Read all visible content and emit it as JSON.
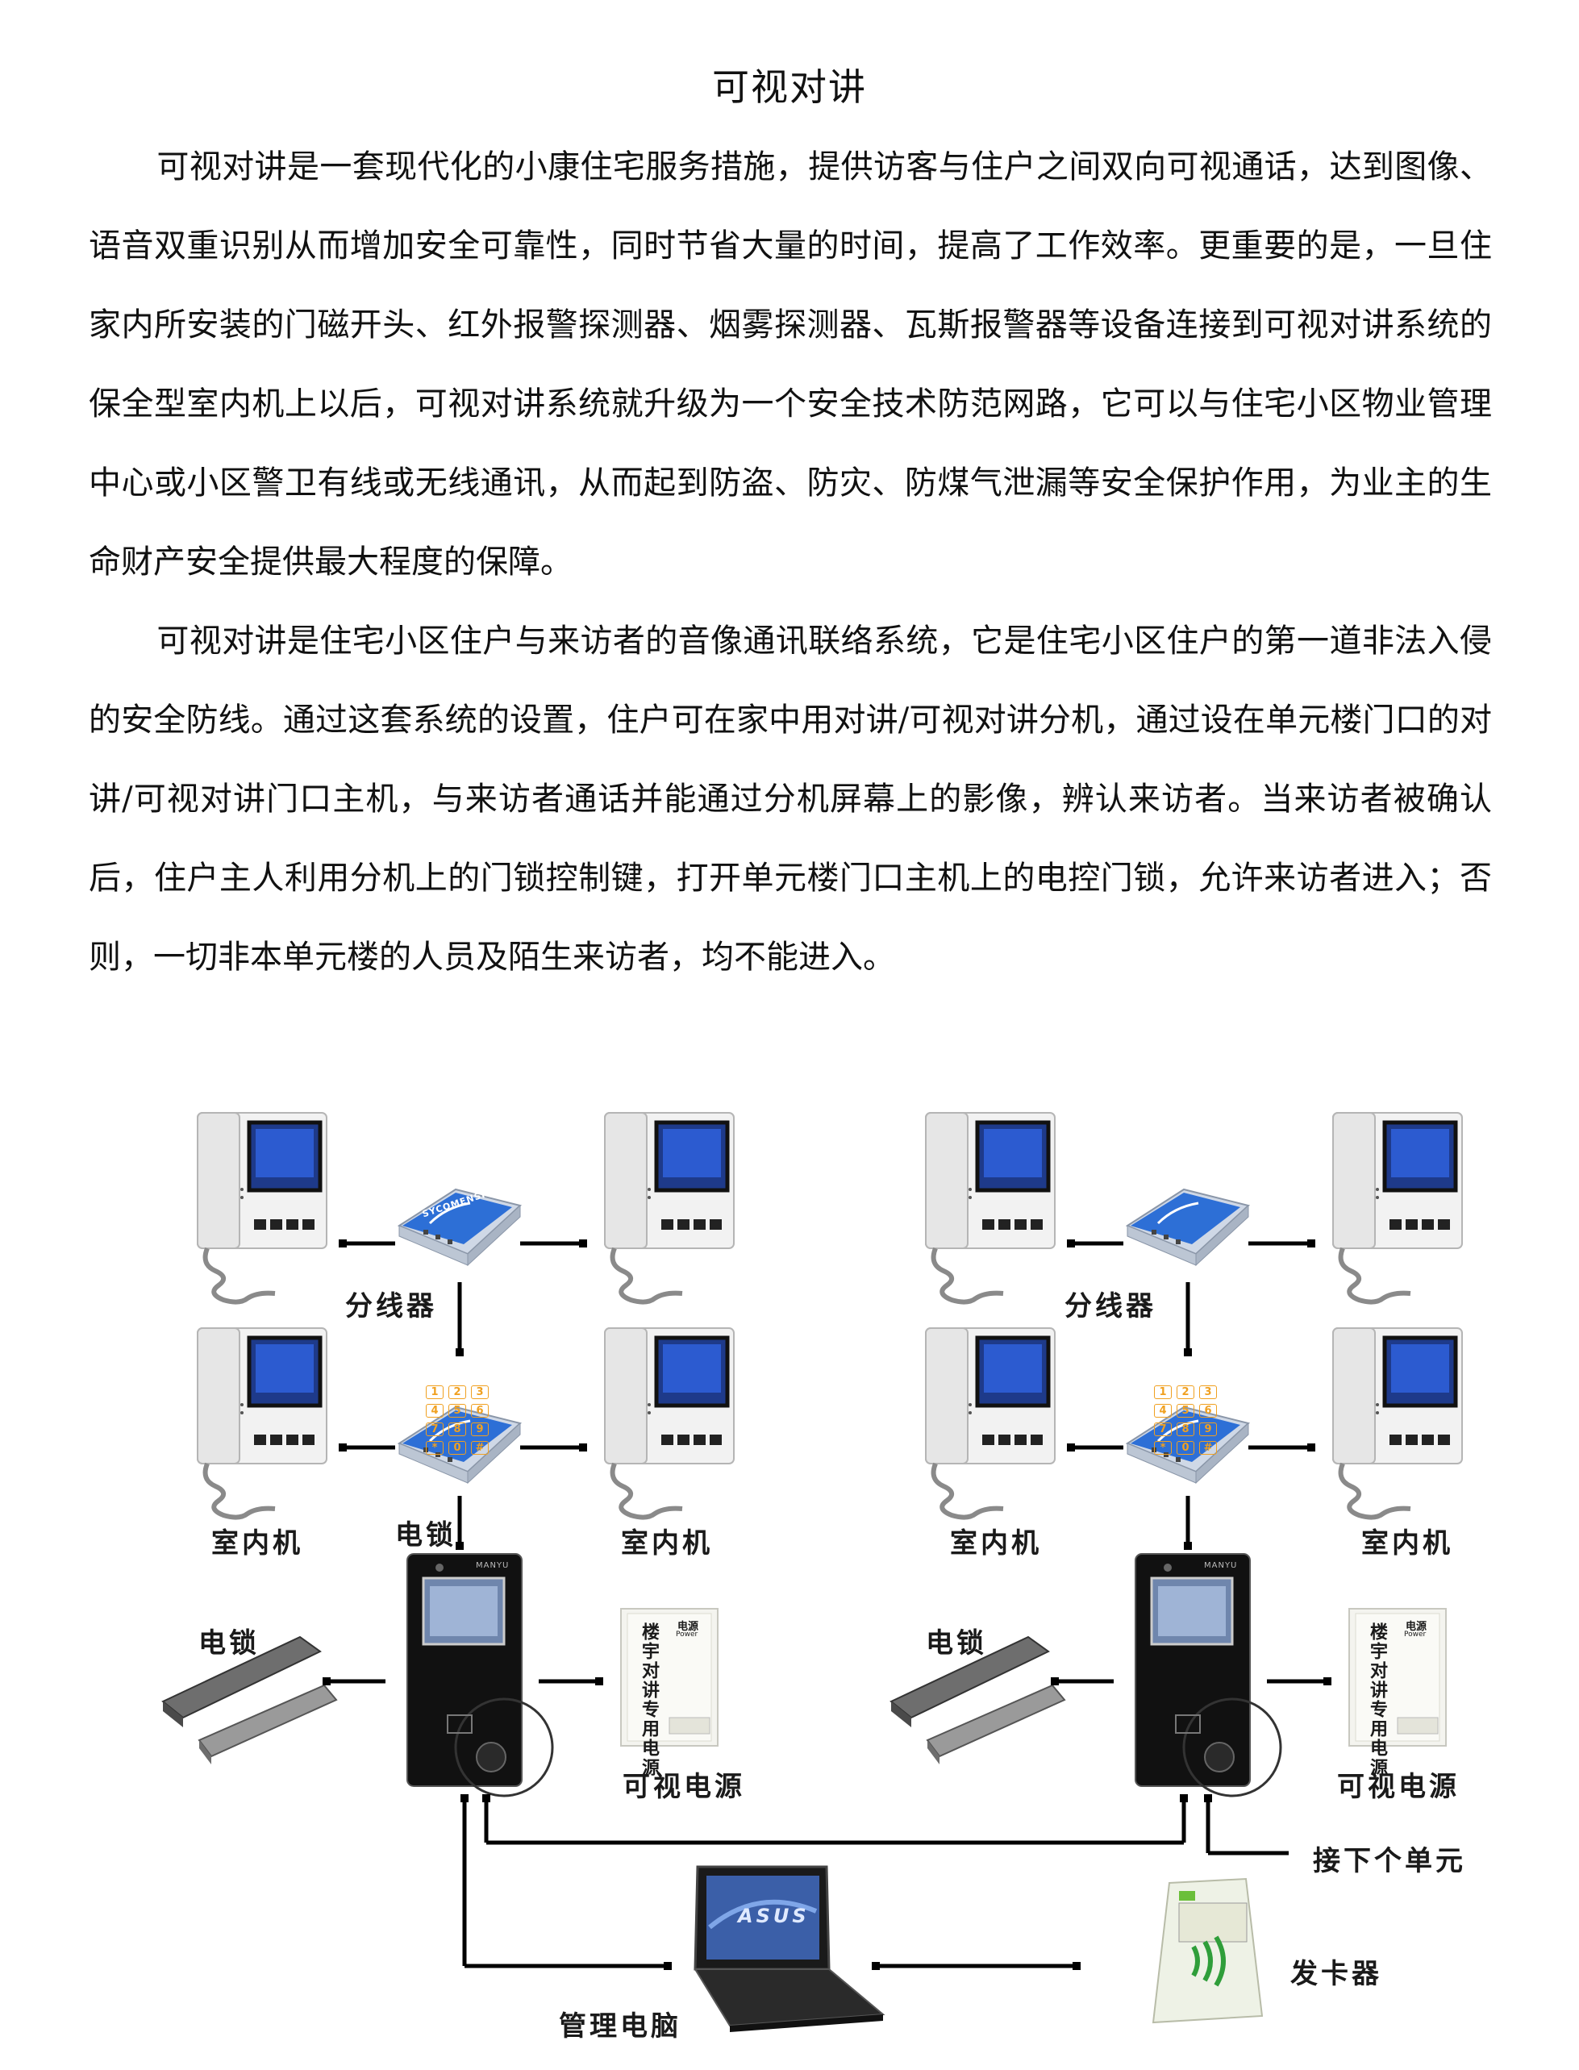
{
  "page_title": "可视对讲",
  "paragraphs": [
    "可视对讲是一套现代化的小康住宅服务措施，提供访客与住户之间双向可视通话，达到图像、语音双重识别从而增加安全可靠性，同时节省大量的时间，提高了工作效率。更重要的是，一旦住家内所安装的门磁开头、红外报警探测器、烟雾探测器、瓦斯报警器等设备连接到可视对讲系统的保全型室内机上以后，可视对讲系统就升级为一个安全技术防范网路，它可以与住宅小区物业管理中心或小区警卫有线或无线通讯，从而起到防盗、防灾、防煤气泄漏等安全保护作用，为业主的生命财产安全提供最大程度的保障。",
    "可视对讲是住宅小区住户与来访者的音像通讯联络系统，它是住宅小区住户的第一道非法入侵的安全防线。通过这套系统的设置，住户可在家中用对讲/可视对讲分机，通过设在单元楼门口的对讲/可视对讲门口主机，与来访者通话并能通过分机屏幕上的影像，辨认来访者。当来访者被确认后，住户主人利用分机上的门锁控制键，打开单元楼门口主机上的电控门锁，允许来访者进入；否则，一切非本单元楼的人员及陌生来访者，均不能进入。"
  ],
  "diagram": {
    "labels": {
      "splitter_left": "分线器",
      "splitter_right": "分线器",
      "indoor_1": "室内机",
      "indoor_2": "室内机",
      "indoor_3": "室内机",
      "indoor_4": "室内机",
      "lock_top": "电锁",
      "lock_left": "电锁",
      "lock_right": "电锁",
      "power_left": "可视电源",
      "power_right": "可视电源",
      "next_unit": "接下个单元",
      "pc": "管理电脑",
      "card_issuer": "发卡器"
    },
    "device_text": {
      "splitter_brand": "SYCOMENSI",
      "door_brand": "MANYU",
      "keypad": [
        "1",
        "2",
        "3",
        "4",
        "5",
        "6",
        "7",
        "8",
        "9",
        "*",
        "0",
        "#"
      ],
      "power_box_title": "电源",
      "power_box_sub": "Power",
      "power_box_label": "楼宇对讲专用电源",
      "laptop_logo": "ASUS"
    }
  }
}
